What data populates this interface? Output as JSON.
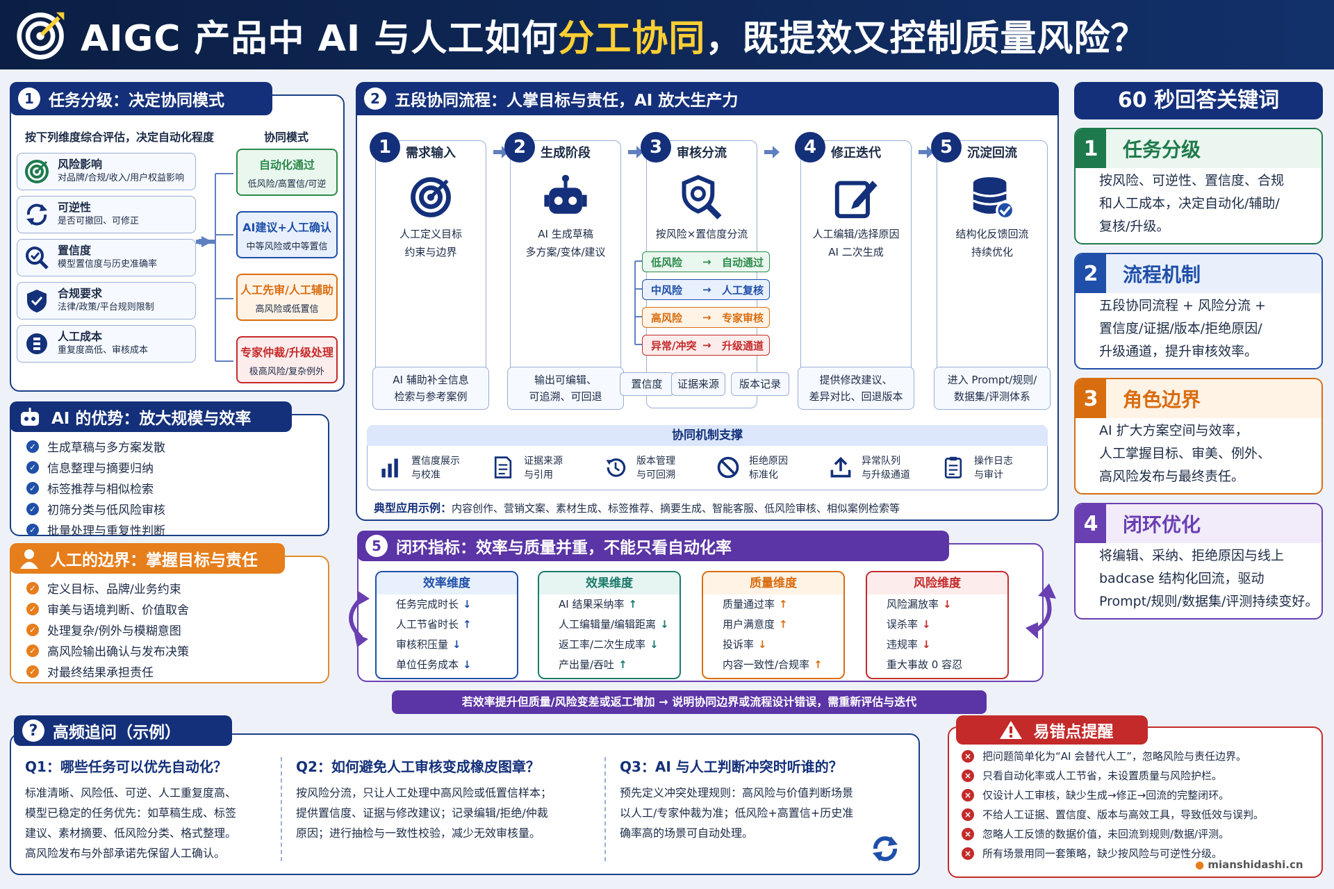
{
  "header": {
    "title_a": "AIGC 产品中 AI 与人工如何",
    "title_hl": "分工协同",
    "title_b": "，既提效又控制质量风险？"
  },
  "p1": {
    "num": "1",
    "title": "任务分级：决定协同模式",
    "subtitle": "按下列维度综合评估，决定自动化程度",
    "mode_header": "协同模式",
    "dims": [
      {
        "icon": "target-icon",
        "name": "风险影响",
        "desc": "对品牌/合规/收入/用户权益影响"
      },
      {
        "icon": "cycle-icon",
        "name": "可逆性",
        "desc": "是否可撤回、可修正"
      },
      {
        "icon": "magnify-icon",
        "name": "置信度",
        "desc": "模型置信度与历史准确率"
      },
      {
        "icon": "shield-icon",
        "name": "合规要求",
        "desc": "法律/政策/平台规则限制"
      },
      {
        "icon": "coin-icon",
        "name": "人工成本",
        "desc": "重复度高低、审核成本"
      }
    ],
    "modes": [
      {
        "name": "自动化通过",
        "desc": "低风险/高置信/可逆",
        "color": "#2a8a4a",
        "bg": "#eaf7ee"
      },
      {
        "name": "AI建议+人工确认",
        "desc": "中等风险或中等置信",
        "color": "#1f4fa8",
        "bg": "#e8f0fd"
      },
      {
        "name": "人工先审/人工辅助",
        "desc": "高风险或低置信",
        "color": "#d86d10",
        "bg": "#fff3e6"
      },
      {
        "name": "专家仲裁/升级处理",
        "desc": "极高风险/复杂例外",
        "color": "#c42a2a",
        "bg": "#fdecec"
      }
    ]
  },
  "p2": {
    "num": "2",
    "title": "五段协同流程：人掌目标与责任，AI 放大生产力",
    "steps": [
      {
        "num": "1",
        "title": "需求输入",
        "icon": "target-icon",
        "desc1": "人工定义目标",
        "desc2": "约束与边界",
        "foot1": "AI 辅助补全信息",
        "foot2": "检索与参考案例"
      },
      {
        "num": "2",
        "title": "生成阶段",
        "icon": "robot-icon",
        "desc1": "AI 生成草稿",
        "desc2": "多方案/变体/建议",
        "foot1": "输出可编辑、",
        "foot2": "可追溯、可回退"
      },
      {
        "num": "3",
        "title": "审核分流",
        "icon": "shield-search-icon",
        "desc1": "按风险×置信度分流",
        "desc2": "",
        "foot1": "",
        "foot2": ""
      },
      {
        "num": "4",
        "title": "修正迭代",
        "icon": "edit-icon",
        "desc1": "人工编辑/选择原因",
        "desc2": "AI 二次生成",
        "foot1": "提供修改建议、",
        "foot2": "差异对比、回退版本"
      },
      {
        "num": "5",
        "title": "沉淀回流",
        "icon": "database-icon",
        "desc1": "结构化反馈回流",
        "desc2": "持续优化",
        "foot1": "进入 Prompt/规则/",
        "foot2": "数据集/评测体系"
      }
    ],
    "routes": [
      {
        "from": "低风险",
        "to": "自动通过",
        "color": "#2a8a4a",
        "bg": "#eaf7ee"
      },
      {
        "from": "中风险",
        "to": "人工复核",
        "color": "#1f4fa8",
        "bg": "#e8f0fd"
      },
      {
        "from": "高风险",
        "to": "专家审核",
        "color": "#d86d10",
        "bg": "#fff3e6"
      },
      {
        "from": "异常/冲突",
        "to": "升级通道",
        "color": "#c42a2a",
        "bg": "#fdecec"
      }
    ],
    "route_arrow": "→",
    "tags": [
      "置信度",
      "证据来源",
      "版本记录"
    ],
    "support_title": "协同机制支撑",
    "supports": [
      {
        "icon": "bar-chart-icon",
        "l1": "置信度展示",
        "l2": "与校准"
      },
      {
        "icon": "document-icon",
        "l1": "证据来源",
        "l2": "与引用"
      },
      {
        "icon": "history-icon",
        "l1": "版本管理",
        "l2": "与可回溯"
      },
      {
        "icon": "ban-icon",
        "l1": "拒绝原因",
        "l2": "标准化"
      },
      {
        "icon": "upload-icon",
        "l1": "异常队列",
        "l2": "与升级通道"
      },
      {
        "icon": "clipboard-icon",
        "l1": "操作日志",
        "l2": "与审计"
      }
    ],
    "example_label": "典型应用示例：",
    "example_text": "内容创作、营销文案、素材生成、标签推荐、摘要生成、智能客服、低风险审核、相似案例检索等"
  },
  "ai": {
    "title": "AI 的优势：放大规模与效率",
    "items": [
      "生成草稿与多方案发散",
      "信息整理与摘要归纳",
      "标签推荐与相似检索",
      "初筛分类与低风险审核",
      "批量处理与重复性判断"
    ]
  },
  "human": {
    "title": "人工的边界：掌握目标与责任",
    "items": [
      "定义目标、品牌/业务约束",
      "审美与语境判断、价值取舍",
      "处理复杂/例外与模糊意图",
      "高风险输出确认与发布决策",
      "对最终结果承担责任"
    ]
  },
  "p5": {
    "num": "5",
    "title": "闭环指标：效率与质量并重，不能只看自动化率",
    "cards": [
      {
        "title": "效率维度",
        "color": "#1f4fa8",
        "bg": "#e8f0fd",
        "rows": [
          {
            "t": "任务完成时长",
            "a": "↓"
          },
          {
            "t": "人工节省时长",
            "a": "↑"
          },
          {
            "t": "审核积压量",
            "a": "↓"
          },
          {
            "t": "单位任务成本",
            "a": "↓"
          }
        ]
      },
      {
        "title": "效果维度",
        "color": "#1b7a6a",
        "bg": "#e6f5f2",
        "rows": [
          {
            "t": "AI 结果采纳率",
            "a": "↑"
          },
          {
            "t": "人工编辑量/编辑距离",
            "a": "↓"
          },
          {
            "t": "返工率/二次生成率",
            "a": "↓"
          },
          {
            "t": "产出量/吞吐",
            "a": "↑"
          }
        ]
      },
      {
        "title": "质量维度",
        "color": "#d86d10",
        "bg": "#fff3e6",
        "rows": [
          {
            "t": "质量通过率",
            "a": "↑"
          },
          {
            "t": "用户满意度",
            "a": "↑"
          },
          {
            "t": "投诉率",
            "a": "↓"
          },
          {
            "t": "内容一致性/合规率",
            "a": "↑"
          }
        ]
      },
      {
        "title": "风险维度",
        "color": "#c42a2a",
        "bg": "#fdecec",
        "rows": [
          {
            "t": "风险漏放率",
            "a": "↓"
          },
          {
            "t": "误杀率",
            "a": "↓"
          },
          {
            "t": "违规率",
            "a": "↓"
          },
          {
            "t": "重大事故 0 容忍",
            "a": ""
          }
        ]
      }
    ],
    "footer": "若效率提升但质量/风险变差或返工增加 → 说明协同边界或流程设计错误，需重新评估与迭代"
  },
  "faq": {
    "title": "高频追问（示例）",
    "items": [
      {
        "q": "Q1：哪些任务可以优先自动化？",
        "lines": [
          "标准清晰、风险低、可逆、人工重复度高、",
          "模型已稳定的任务优先：如草稿生成、标签",
          "建议、素材摘要、低风险分类、格式整理。",
          "高风险发布与外部承诺先保留人工确认。"
        ]
      },
      {
        "q": "Q2：如何避免人工审核变成橡皮图章？",
        "lines": [
          "按风险分流，只让人工处理中高风险或低置信样本；",
          "提供置信度、证据与修改建议；记录编辑/拒绝/仲裁",
          "原因；进行抽检与一致性校验，减少无效审核量。"
        ]
      },
      {
        "q": "Q3：AI 与人工判断冲突时听谁的？",
        "lines": [
          "预先定义冲突处理规则：高风险与价值判断场景",
          "以人工/专家仲裁为准；低风险+高置信+历史准",
          "确率高的场景可自动处理。"
        ]
      }
    ]
  },
  "kw": {
    "title": "60 秒回答关键词",
    "items": [
      {
        "num": "1",
        "title": "任务分级",
        "color": "#1e7a4c",
        "bg": "#eaf6ef",
        "lines": [
          "按风险、可逆性、置信度、合规",
          "和人工成本，决定自动化/辅助/",
          "复核/升级。"
        ]
      },
      {
        "num": "2",
        "title": "流程机制",
        "color": "#1f4fa8",
        "bg": "#e9f0fc",
        "lines": [
          "五段协同流程 + 风险分流 +",
          "置信度/证据/版本/拒绝原因/",
          "升级通道，提升审核效率。"
        ]
      },
      {
        "num": "3",
        "title": "角色边界",
        "color": "#d86d10",
        "bg": "#fff3e6",
        "lines": [
          "AI 扩大方案空间与效率，",
          "人工掌握目标、审美、例外、",
          "高风险发布与最终责任。"
        ]
      },
      {
        "num": "4",
        "title": "闭环优化",
        "color": "#6a3fb2",
        "bg": "#f1ebfa",
        "lines": [
          "将编辑、采纳、拒绝原因与线上",
          "badcase 结构化回流，驱动",
          "Prompt/规则/数据集/评测持续变好。"
        ]
      }
    ]
  },
  "mistakes": {
    "title": "易错点提醒",
    "items": [
      "把问题简单化为“AI 会替代人工”，忽略风险与责任边界。",
      "只看自动化率或人工节省，未设置质量与风险护栏。",
      "仅设计人工审核，缺少生成→修正→回流的完整闭环。",
      "不给人工证据、置信度、版本与高效工具，导致低效与误判。",
      "忽略人工反馈的数据价值，未回流到规则/数据/评测。",
      "所有场景用同一套策略，缺少按风险与可逆性分级。"
    ],
    "watermark": "mianshidashi.cn"
  }
}
